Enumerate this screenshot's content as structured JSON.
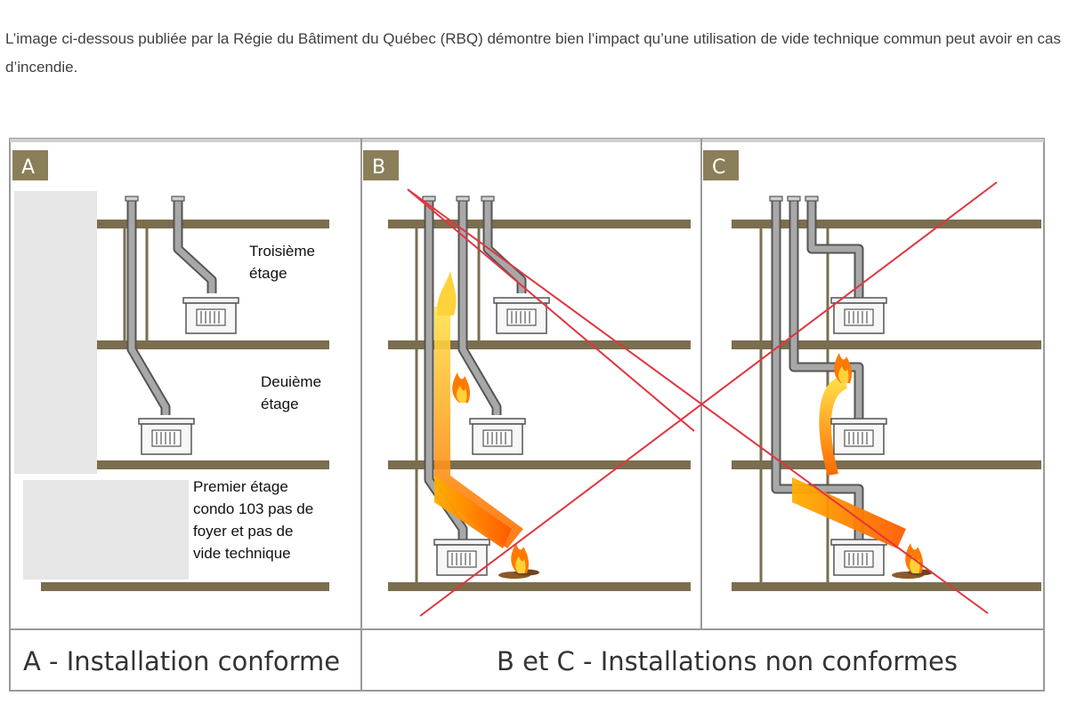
{
  "intro_text": "L’image ci-dessous publiée par la Régie du Bâtiment du Québec (RBQ) démontre bien l’impact qu’une utilisation de vide technique commun peut avoir en cas d’incendie.",
  "figure": {
    "panels": [
      {
        "letter": "A"
      },
      {
        "letter": "B"
      },
      {
        "letter": "C"
      }
    ],
    "annotations": {
      "third_floor": [
        "Troisième",
        "étage"
      ],
      "second_floor": [
        "Deuième",
        "étage"
      ],
      "first_floor": [
        "Premier étage",
        "condo 103 pas de",
        "foyer et pas de",
        "vide technique"
      ]
    },
    "captions": {
      "left": "A - Installation conforme",
      "right": "B et C - Installations non conformes"
    },
    "colors": {
      "floor": "#7a6e4e",
      "chimney": "#9a9a9a",
      "chimney_outline": "#555555",
      "panel_tab": "#8b7f5a",
      "cross": "#e0353f",
      "fire_start": "#ffe34a",
      "fire_end": "#ff6a00",
      "redaction": "#e6e6e6"
    }
  }
}
